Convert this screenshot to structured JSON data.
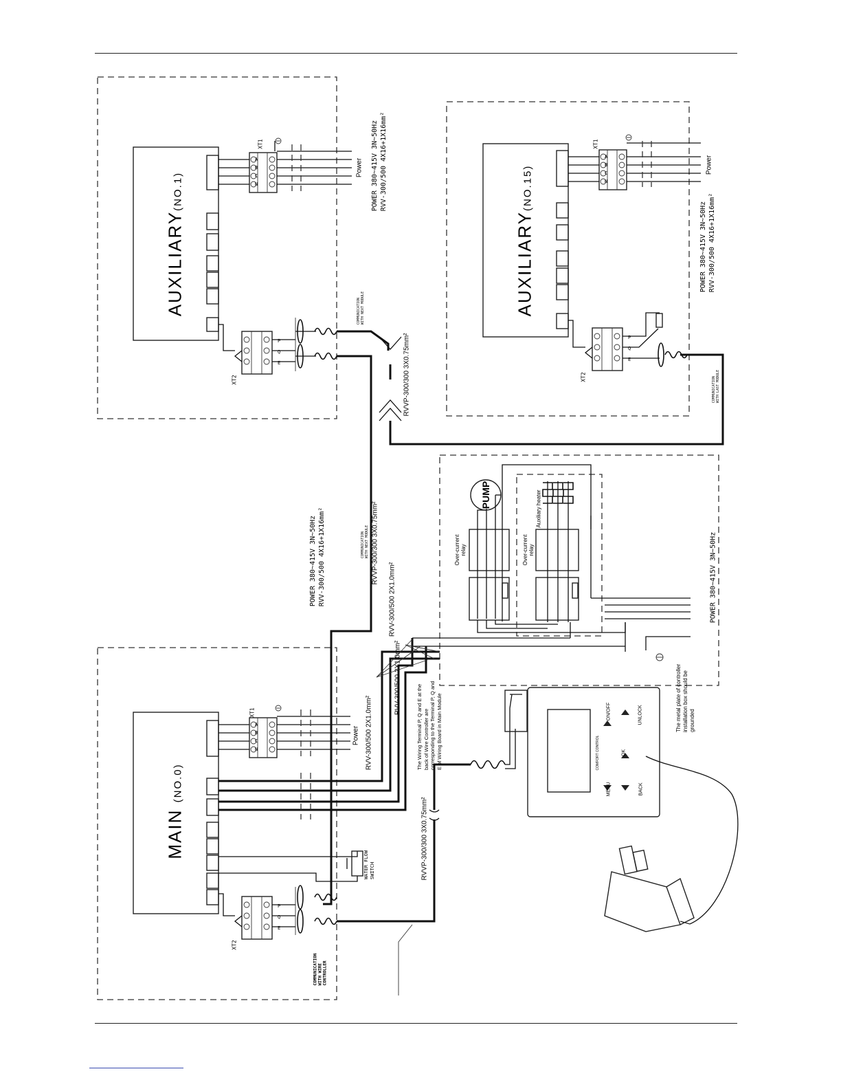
{
  "modules": {
    "aux1": {
      "name": "AUXILIARY",
      "number": "(NO.1)"
    },
    "aux15": {
      "name": "AUXILIARY",
      "number": "(NO.15)"
    },
    "main": {
      "name": "MAIN",
      "number": "(NO.0)"
    }
  },
  "terminals": {
    "xt1": "XT1",
    "xt2": "XT2",
    "phases": [
      "A",
      "B",
      "C",
      "N"
    ],
    "comm": [
      "P",
      "Q",
      "E"
    ]
  },
  "labels": {
    "power": "Power",
    "power_spec_line1": "POWER 380~415V 3N~50Hz",
    "power_spec_line2": "RVV-300/500 4X16+1X16mm²",
    "power_spec_short": "POWER 380~415V 3N~50Hz",
    "comm_next_1": "COMMUNICATION",
    "comm_next_2": "WITH NEXT MODULE",
    "comm_last_2": "WITH LAST MODULE",
    "comm_wire_controller_1": "COMMUNICATION",
    "comm_wire_controller_2": "WITH WIRE",
    "comm_wire_controller_3": "CONTROLLER",
    "cable_rvvp_075": "RVVP-300/300 3X0.75mm²",
    "cable_rvv_10": "RVV-300/500 2X1.0mm²",
    "pump": "PUMP",
    "overcurrent_relay": "Over-current relay",
    "aux_heater": "Auxiliary heater",
    "water_flow_switch_1": "WATER FLOW",
    "water_flow_switch_2": "SWITCH",
    "ground_note": "The metal plate of controller installation box should be grounded",
    "wiring_note": "The Wiring Terminal P, Q and E at the back of Wire Controller are corresponding to the Terminal P, Q and E of Wiring Board in Main Module"
  },
  "controller": {
    "brand": "COMFORT CONTROL",
    "buttons": [
      "MENU",
      "BACK",
      "OK",
      "ON/OFF",
      "UNLOCK"
    ]
  },
  "colors": {
    "line": "#111111",
    "background": "#ffffff"
  }
}
